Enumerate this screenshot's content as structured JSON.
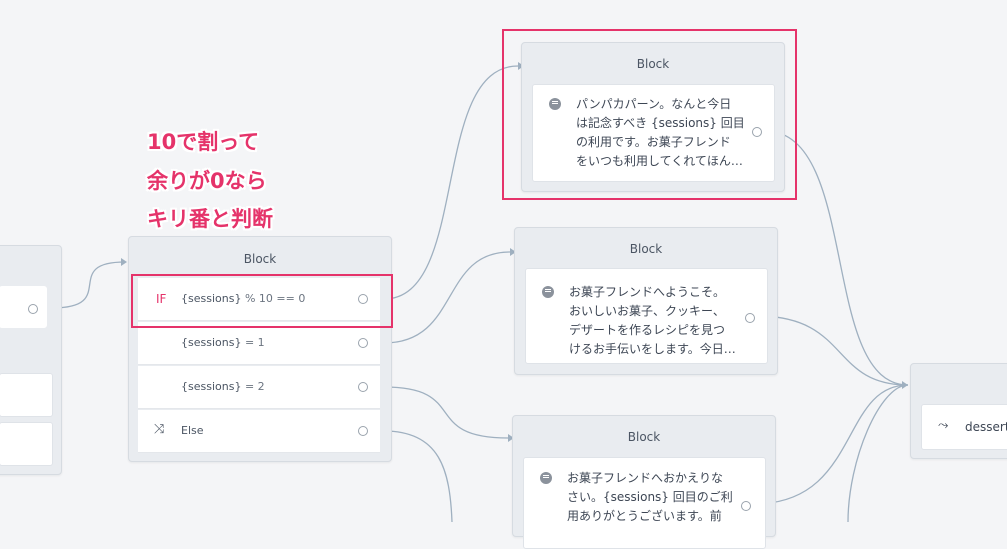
{
  "annotation": {
    "lines": [
      "10で割って",
      "余りが0なら",
      "キリ番と判断"
    ]
  },
  "center_block": {
    "title": "Block",
    "rows": [
      {
        "prefix": "IF",
        "var": "{sessions}",
        "op": " % 10 == 0"
      },
      {
        "prefix": "",
        "var": "{sessions}",
        "op": " = 1"
      },
      {
        "prefix": "",
        "var": "{sessions}",
        "op": " = 2"
      },
      {
        "prefix": "else-icon",
        "var": "",
        "op": "Else"
      }
    ]
  },
  "block_top": {
    "title": "Block",
    "message": [
      "パンパカパーン。なんと今日",
      "は記念すべき {sessions} 回目",
      "の利用です。お菓子フレンド",
      "をいつも利用してくれてほん…"
    ]
  },
  "block_mid": {
    "title": "Block",
    "message": [
      "お菓子フレンドへようこそ。",
      "おいしいお菓子、クッキー、",
      "デザートを作るレシピを見つ",
      "けるお手伝いをします。今日…"
    ]
  },
  "block_bottom": {
    "title": "Block",
    "message": [
      "お菓子フレンドへおかえりな",
      "さい。{sessions} 回目のご利",
      "用ありがとうございます。前"
    ]
  },
  "right_block": {
    "item_label": "dessert_"
  },
  "colors": {
    "accent": "#e5336a",
    "wire": "#9fb0c0",
    "block_bg": "#e9ecf0"
  }
}
